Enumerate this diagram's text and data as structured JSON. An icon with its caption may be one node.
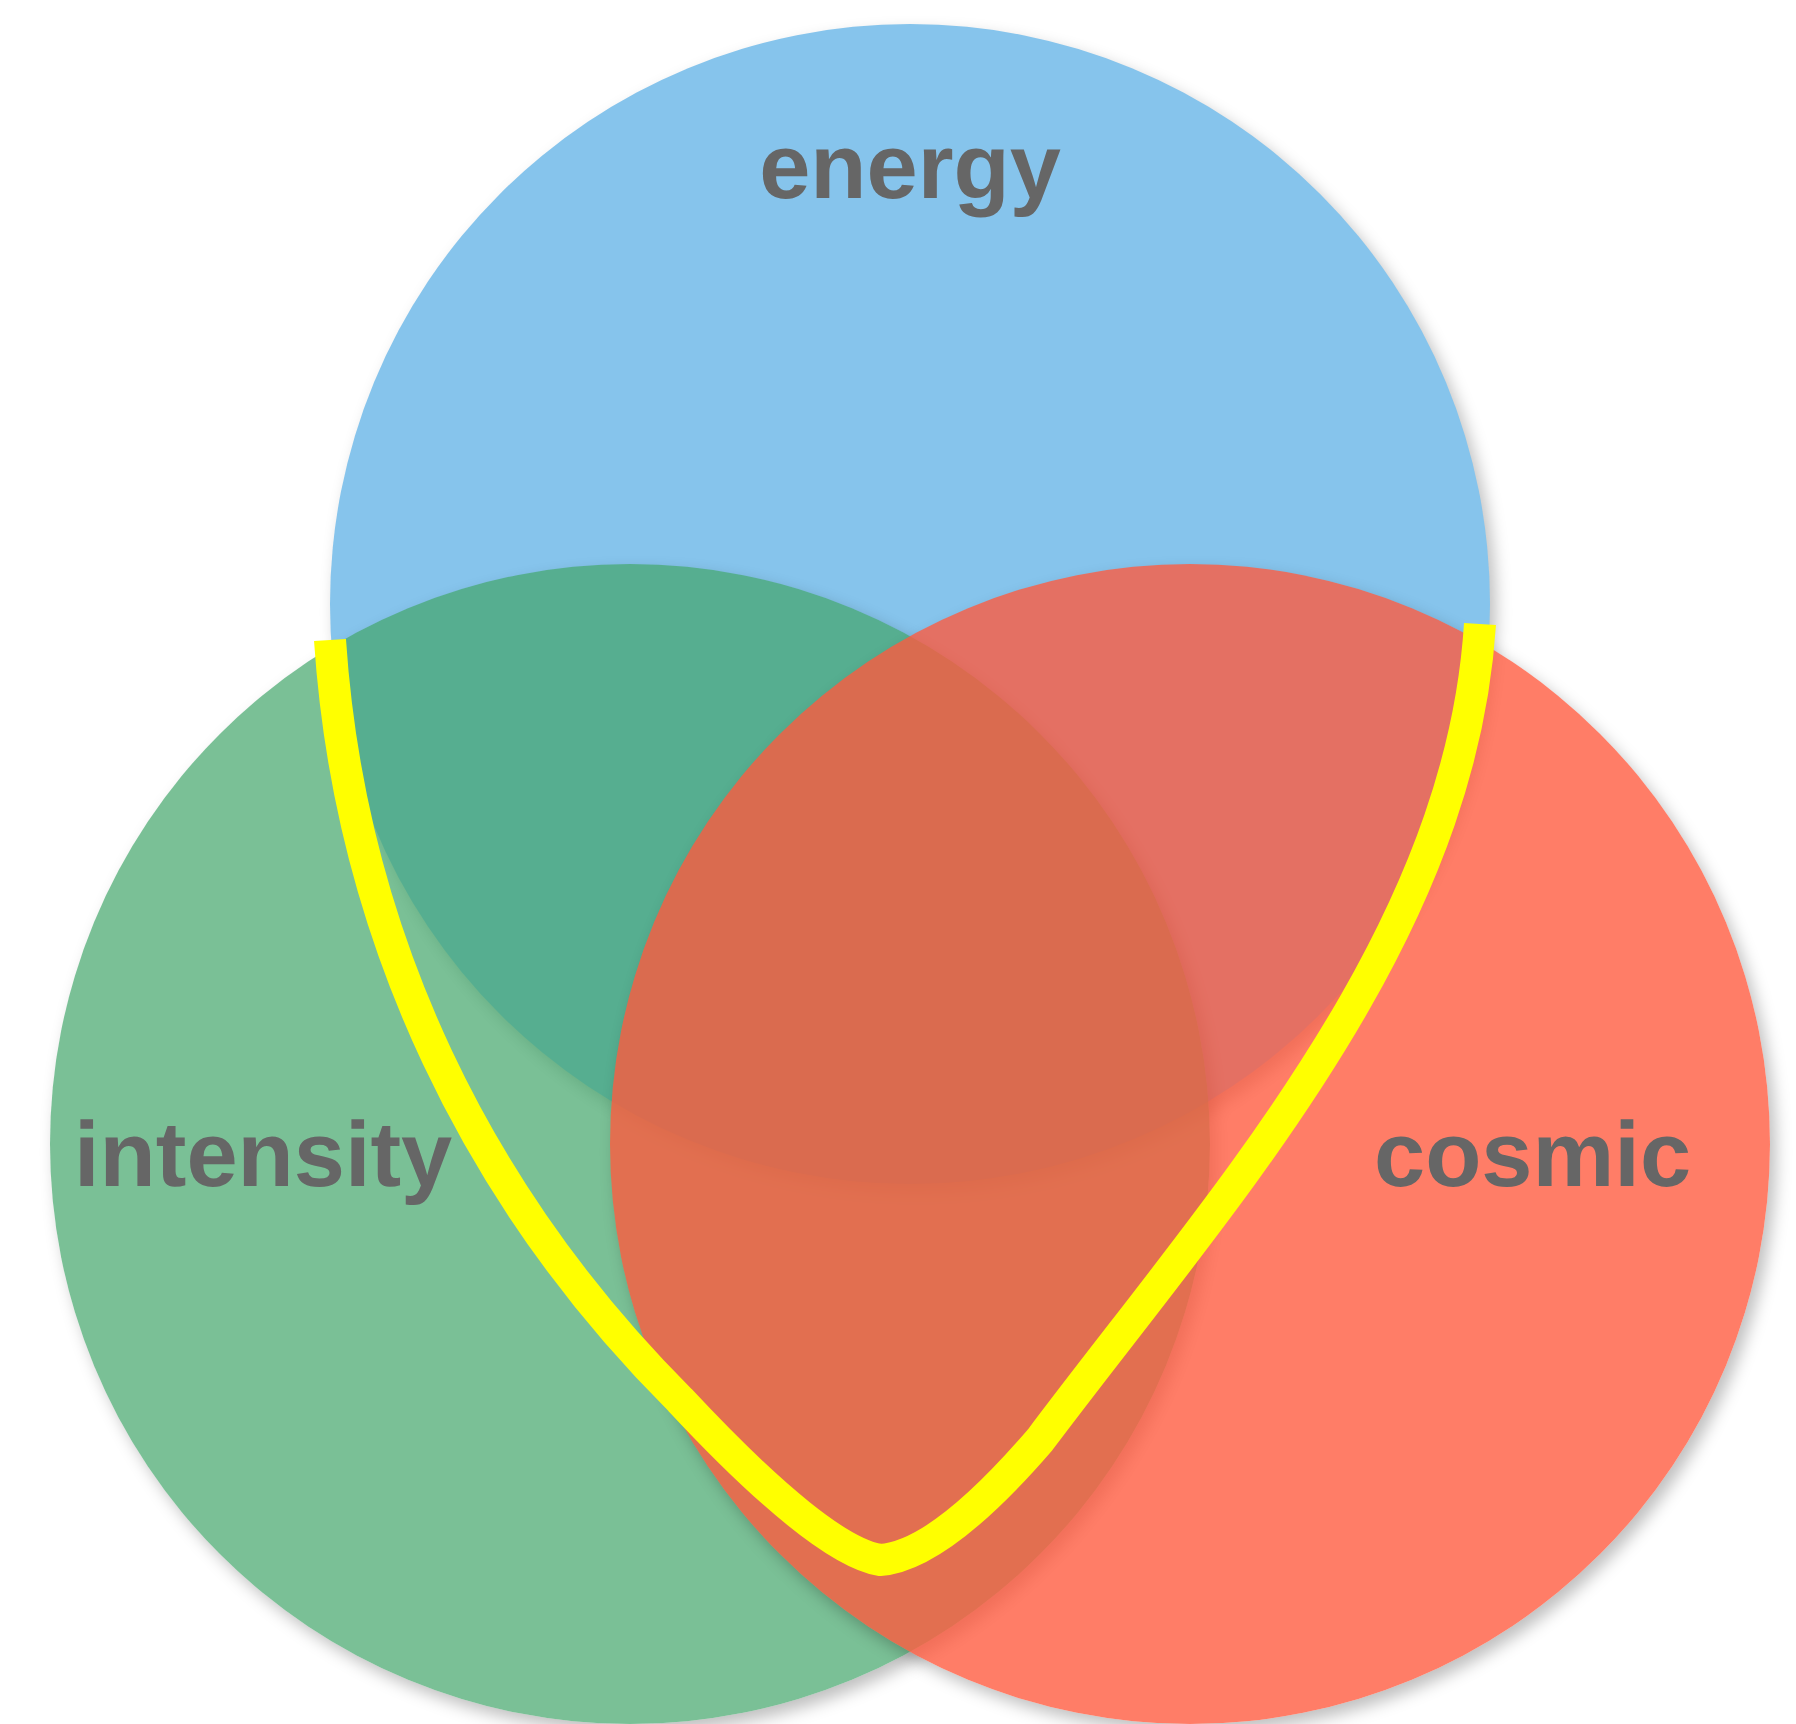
{
  "diagram": {
    "nodes": [
      {
        "text": [
          "energy"
        ]
      },
      {
        "text": [
          "intensity"
        ]
      },
      {
        "text": [
          "cosmic"
        ]
      }
    ]
  }
}
